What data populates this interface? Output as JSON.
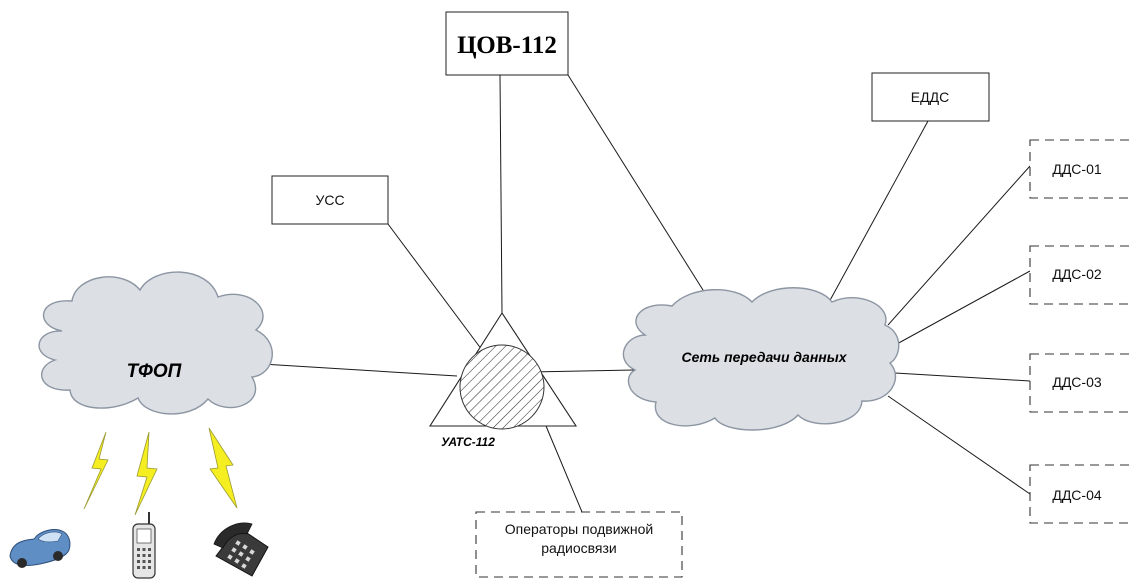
{
  "nodes": {
    "cov": "ЦОВ-112",
    "edds": "ЕДДС",
    "uss": "УСС",
    "tfop": "ТФОП",
    "network": "Сеть передачи данных",
    "uats": "УАТС-112",
    "operators_line1": "Операторы подвижной",
    "operators_line2": "радиосвязи",
    "dds": [
      "ДДС-01",
      "ДДС-02",
      "ДДС-03",
      "ДДС-04"
    ]
  },
  "colors": {
    "cloud_fill": "#dcdfe4",
    "cloud_stroke": "#8c96a3",
    "lightning": "#f5ef22"
  },
  "icons": [
    "car-icon",
    "mobile-phone-icon",
    "desk-phone-icon",
    "lightning-icon"
  ]
}
